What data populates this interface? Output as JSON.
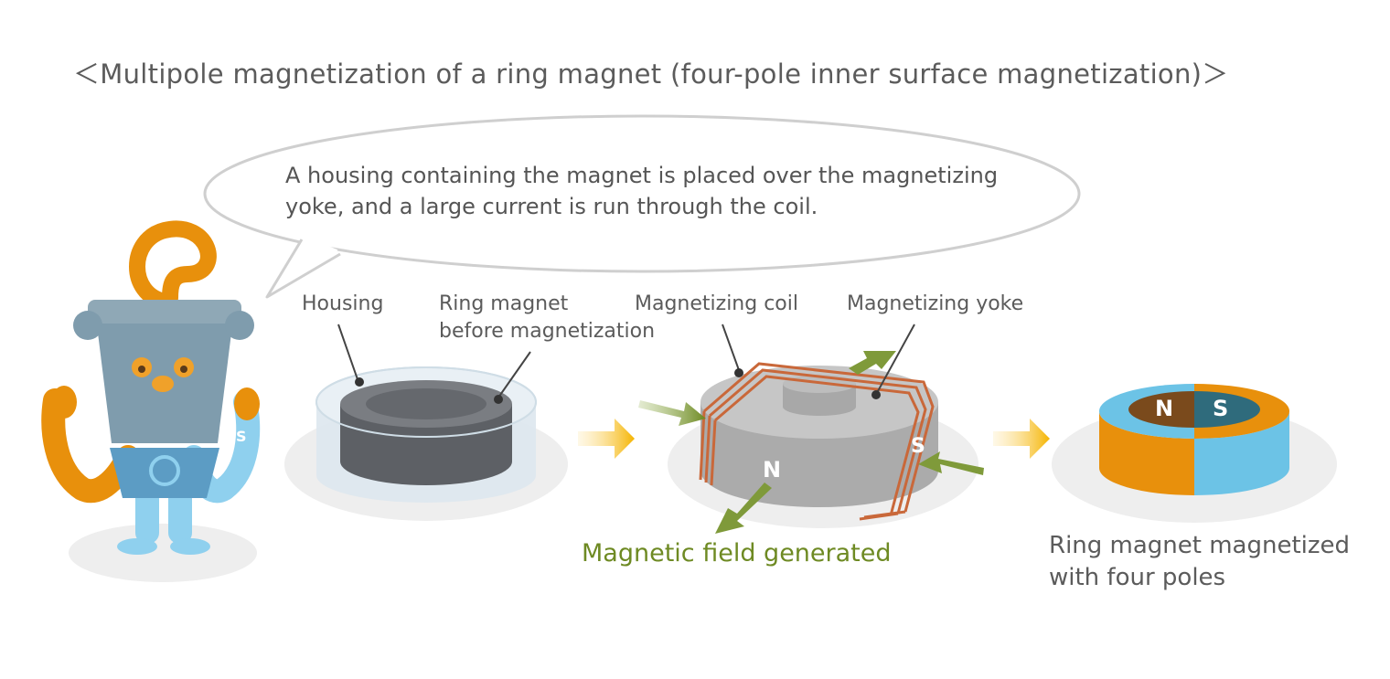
{
  "title": "＜Multipole magnetization of a ring magnet (four-pole inner surface magnetization)＞",
  "speech_bubble": {
    "line1": "A housing containing the magnet is placed over the magnetizing",
    "line2": "yoke, and a large current is run through the coil."
  },
  "labels": {
    "housing": "Housing",
    "ring_magnet_line1": "Ring magnet",
    "ring_magnet_line2": "before magnetization",
    "coil": "Magnetizing coil",
    "yoke": "Magnetizing yoke",
    "field": "Magnetic field generated",
    "result_line1": "Ring magnet magnetized",
    "result_line2": "with four poles"
  },
  "pole_letters": {
    "north": "N",
    "south": "S"
  },
  "colors": {
    "text": "#5b5b5b",
    "field_green": "#6e8a23",
    "arrow_orange": "#f5b82e",
    "north_orange": "#e8900c",
    "south_blue": "#6cc3e6",
    "coil_copper": "#c9683a",
    "yoke_gray": "#b8b8b8",
    "magnet_gray": "#6b6e72"
  }
}
